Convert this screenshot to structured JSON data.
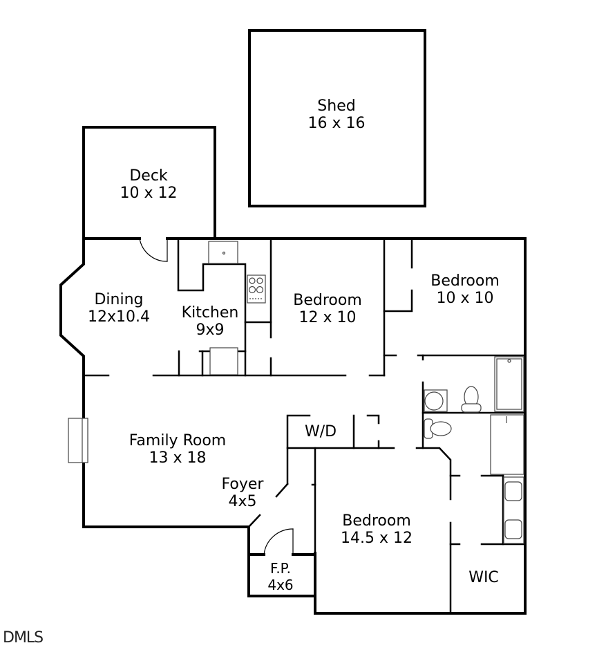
{
  "diagram": {
    "type": "floor_plan",
    "watermark": "DMLS",
    "colors": {
      "wall": "#000000",
      "fixture": "#555555",
      "background": "#ffffff"
    },
    "rooms": {
      "shed": {
        "name": "Shed",
        "dims": "16 x 16"
      },
      "deck": {
        "name": "Deck",
        "dims": "10 x 12"
      },
      "dining": {
        "name": "Dining",
        "dims": "12x10.4"
      },
      "kitchen": {
        "name": "Kitchen",
        "dims": "9x9"
      },
      "bedroom2": {
        "name": "Bedroom",
        "dims": "12 x 10"
      },
      "bedroom3": {
        "name": "Bedroom",
        "dims": "10 x 10"
      },
      "family": {
        "name": "Family Room",
        "dims": "13 x 18"
      },
      "wd": {
        "name": "W/D"
      },
      "foyer": {
        "name": "Foyer",
        "dims": "4x5"
      },
      "fp": {
        "name": "F.P.",
        "dims": "4x6"
      },
      "primary": {
        "name": "Bedroom",
        "dims": "14.5 x 12"
      },
      "wic": {
        "name": "WIC"
      }
    },
    "fixtures": [
      "sink-icon",
      "range-icon",
      "refrigerator-icon",
      "bathtub-icon",
      "toilet-icon",
      "vanity-sink-icon",
      "shower-icon",
      "fireplace-icon"
    ]
  }
}
